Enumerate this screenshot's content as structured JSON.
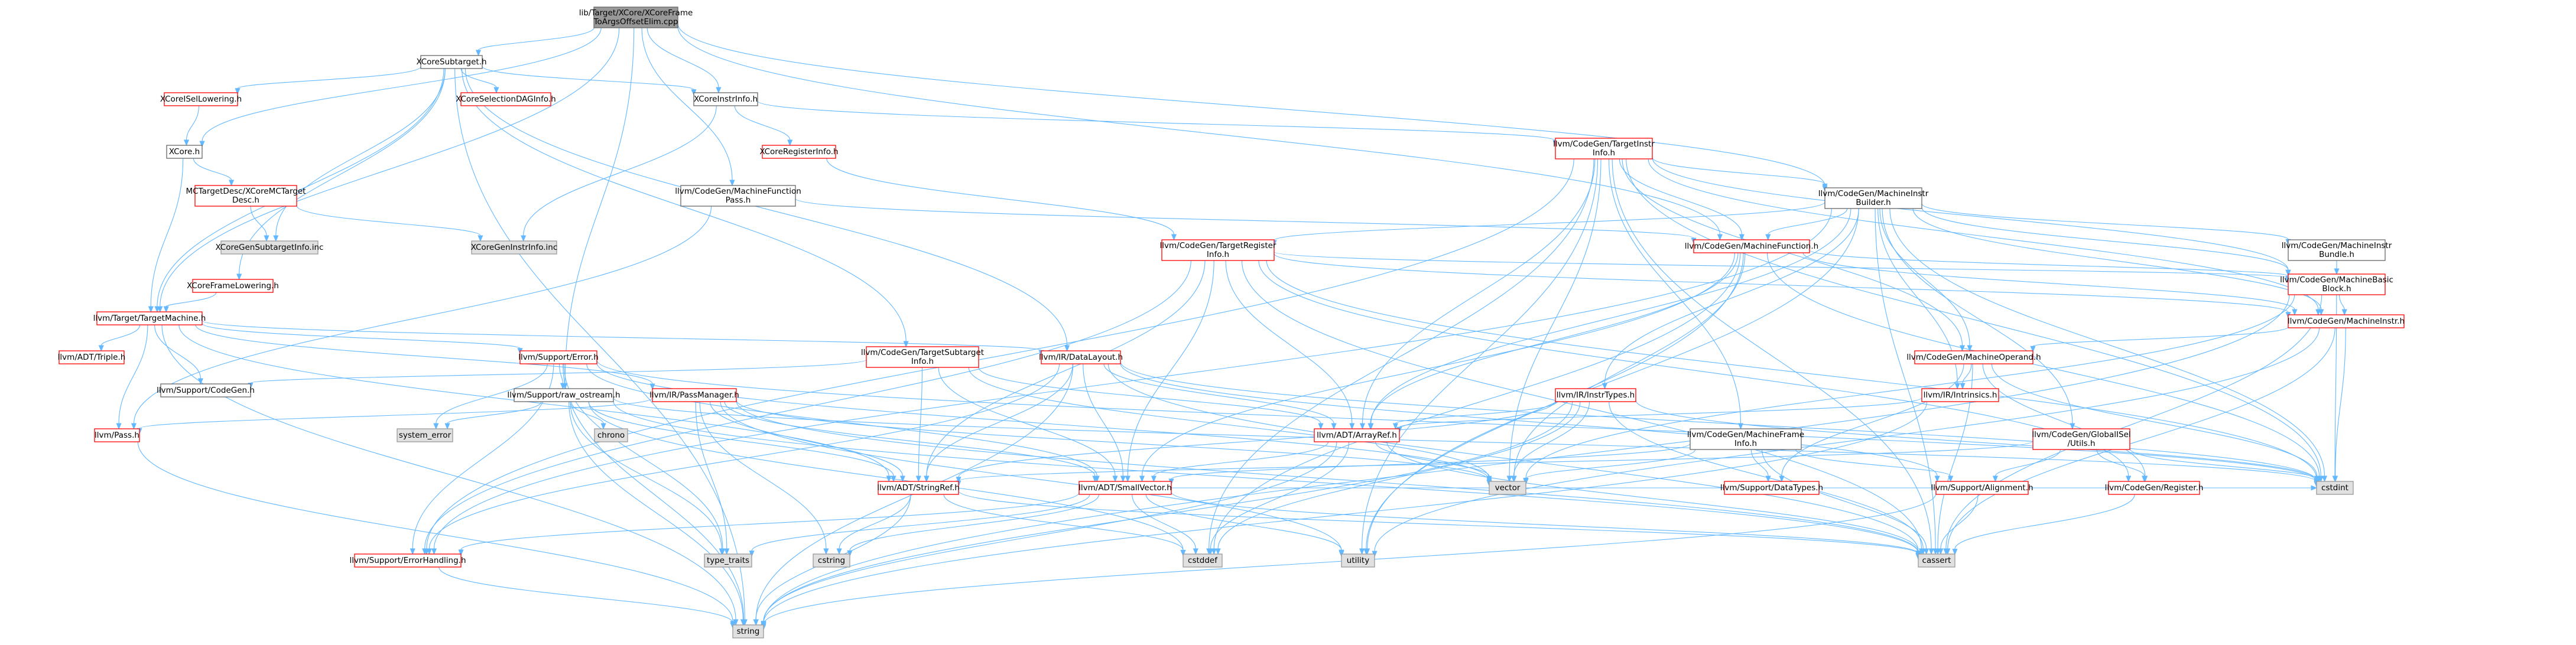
{
  "diagram": {
    "nodes": [
      {
        "id": "root",
        "lines": [
          "lib/Target/XCore/XCoreFrame",
          "ToArgsOffsetElim.cpp"
        ],
        "kind": "root"
      },
      {
        "id": "xcoresubtarget",
        "lines": [
          "XCoreSubtarget.h"
        ],
        "kind": "plain"
      },
      {
        "id": "xcoreisellowering",
        "lines": [
          "XCoreISelLowering.h"
        ],
        "kind": "red"
      },
      {
        "id": "xcoreh",
        "lines": [
          "XCore.h"
        ],
        "kind": "plain"
      },
      {
        "id": "mctargetdesc",
        "lines": [
          "MCTargetDesc/XCoreMCTarget",
          "Desc.h"
        ],
        "kind": "red"
      },
      {
        "id": "subtargetinfoinc",
        "lines": [
          "XCoreGenSubtargetInfo.inc"
        ],
        "kind": "gray"
      },
      {
        "id": "xcoreselectiondag",
        "lines": [
          "XCoreSelectionDAGInfo.h"
        ],
        "kind": "red"
      },
      {
        "id": "xcoreinstrinfo",
        "lines": [
          "XCoreInstrInfo.h"
        ],
        "kind": "plain"
      },
      {
        "id": "xcoreregisterinfo",
        "lines": [
          "XCoreRegisterInfo.h"
        ],
        "kind": "red"
      },
      {
        "id": "machinefunctionpass",
        "lines": [
          "llvm/CodeGen/MachineFunction",
          "Pass.h"
        ],
        "kind": "plain"
      },
      {
        "id": "instrinfoinc",
        "lines": [
          "XCoreGenInstrInfo.inc"
        ],
        "kind": "gray"
      },
      {
        "id": "xcoreframelowering",
        "lines": [
          "XCoreFrameLowering.h"
        ],
        "kind": "red"
      },
      {
        "id": "targetmachine",
        "lines": [
          "llvm/Target/TargetMachine.h"
        ],
        "kind": "red"
      },
      {
        "id": "adttriple",
        "lines": [
          "llvm/ADT/Triple.h"
        ],
        "kind": "red"
      },
      {
        "id": "supportcodegen",
        "lines": [
          "llvm/Support/CodeGen.h"
        ],
        "kind": "plain"
      },
      {
        "id": "pass",
        "lines": [
          "llvm/Pass.h"
        ],
        "kind": "red"
      },
      {
        "id": "supporterror",
        "lines": [
          "llvm/Support/Error.h"
        ],
        "kind": "red"
      },
      {
        "id": "rawostream",
        "lines": [
          "llvm/Support/raw_ostream.h"
        ],
        "kind": "plain"
      },
      {
        "id": "systemerror",
        "lines": [
          "system_error"
        ],
        "kind": "gray"
      },
      {
        "id": "chrono",
        "lines": [
          "chrono"
        ],
        "kind": "gray"
      },
      {
        "id": "passmanager",
        "lines": [
          "llvm/IR/PassManager.h"
        ],
        "kind": "red"
      },
      {
        "id": "targetsubtarget",
        "lines": [
          "llvm/CodeGen/TargetSubtarget",
          "Info.h"
        ],
        "kind": "red"
      },
      {
        "id": "datalayout",
        "lines": [
          "llvm/IR/DataLayout.h"
        ],
        "kind": "red"
      },
      {
        "id": "targetinstrinfo",
        "lines": [
          "llvm/CodeGen/TargetInstr",
          "Info.h"
        ],
        "kind": "red"
      },
      {
        "id": "targetregisterinfo",
        "lines": [
          "llvm/CodeGen/TargetRegister",
          "Info.h"
        ],
        "kind": "red"
      },
      {
        "id": "machineinstrbuilder",
        "lines": [
          "llvm/CodeGen/MachineInstr",
          "Builder.h"
        ],
        "kind": "plain"
      },
      {
        "id": "machinefunction",
        "lines": [
          "llvm/CodeGen/MachineFunction.h"
        ],
        "kind": "red"
      },
      {
        "id": "machineinstrbundle",
        "lines": [
          "llvm/CodeGen/MachineInstr",
          "Bundle.h"
        ],
        "kind": "plain"
      },
      {
        "id": "machinebasicblock",
        "lines": [
          "llvm/CodeGen/MachineBasic",
          "Block.h"
        ],
        "kind": "red"
      },
      {
        "id": "machineinstr",
        "lines": [
          "llvm/CodeGen/MachineInstr.h"
        ],
        "kind": "red"
      },
      {
        "id": "machineoperand",
        "lines": [
          "llvm/CodeGen/MachineOperand.h"
        ],
        "kind": "red"
      },
      {
        "id": "intrinsics",
        "lines": [
          "llvm/IR/Intrinsics.h"
        ],
        "kind": "red"
      },
      {
        "id": "instrtypes",
        "lines": [
          "llvm/IR/InstrTypes.h"
        ],
        "kind": "red"
      },
      {
        "id": "machineframeinfo",
        "lines": [
          "llvm/CodeGen/MachineFrame",
          "Info.h"
        ],
        "kind": "plain"
      },
      {
        "id": "globaliselutils",
        "lines": [
          "llvm/CodeGen/GlobalISel",
          "/Utils.h"
        ],
        "kind": "red"
      },
      {
        "id": "arrayref",
        "lines": [
          "llvm/ADT/ArrayRef.h"
        ],
        "kind": "red"
      },
      {
        "id": "stringref",
        "lines": [
          "llvm/ADT/StringRef.h"
        ],
        "kind": "red"
      },
      {
        "id": "smallvector",
        "lines": [
          "llvm/ADT/SmallVector.h"
        ],
        "kind": "red"
      },
      {
        "id": "errorhandling",
        "lines": [
          "llvm/Support/ErrorHandling.h"
        ],
        "kind": "red"
      },
      {
        "id": "datatypes",
        "lines": [
          "llvm/Support/DataTypes.h"
        ],
        "kind": "red"
      },
      {
        "id": "alignment",
        "lines": [
          "llvm/Support/Alignment.h"
        ],
        "kind": "red"
      },
      {
        "id": "codegenregister",
        "lines": [
          "llvm/CodeGen/Register.h"
        ],
        "kind": "red"
      },
      {
        "id": "vector",
        "lines": [
          "vector"
        ],
        "kind": "gray"
      },
      {
        "id": "cstdint",
        "lines": [
          "cstdint"
        ],
        "kind": "gray"
      },
      {
        "id": "typetraits",
        "lines": [
          "type_traits"
        ],
        "kind": "gray"
      },
      {
        "id": "cstring",
        "lines": [
          "cstring"
        ],
        "kind": "gray"
      },
      {
        "id": "cstddef",
        "lines": [
          "cstddef"
        ],
        "kind": "gray"
      },
      {
        "id": "utility",
        "lines": [
          "utility"
        ],
        "kind": "gray"
      },
      {
        "id": "cassert",
        "lines": [
          "cassert"
        ],
        "kind": "gray"
      },
      {
        "id": "string",
        "lines": [
          "string"
        ],
        "kind": "gray"
      }
    ],
    "edges": [
      [
        "root",
        "xcoresubtarget"
      ],
      [
        "root",
        "xcoreh"
      ],
      [
        "root",
        "xcoreinstrinfo"
      ],
      [
        "root",
        "machinefunctionpass"
      ],
      [
        "root",
        "targetmachine"
      ],
      [
        "root",
        "machineinstrbuilder"
      ],
      [
        "root",
        "machinefunction"
      ],
      [
        "root",
        "rawostream"
      ],
      [
        "xcoresubtarget",
        "xcoreisellowering"
      ],
      [
        "xcoresubtarget",
        "xcoreselectiondag"
      ],
      [
        "xcoresubtarget",
        "xcoreinstrinfo"
      ],
      [
        "xcoresubtarget",
        "xcoreframelowering"
      ],
      [
        "xcoresubtarget",
        "targetsubtarget"
      ],
      [
        "xcoresubtarget",
        "subtargetinfoinc"
      ],
      [
        "xcoresubtarget",
        "targetmachine"
      ],
      [
        "xcoresubtarget",
        "datalayout"
      ],
      [
        "xcoresubtarget",
        "string"
      ],
      [
        "xcoreisellowering",
        "xcoreh"
      ],
      [
        "xcoreh",
        "mctargetdesc"
      ],
      [
        "xcoreh",
        "targetmachine"
      ],
      [
        "mctargetdesc",
        "subtargetinfoinc"
      ],
      [
        "mctargetdesc",
        "instrinfoinc"
      ],
      [
        "xcoreinstrinfo",
        "xcoreregisterinfo"
      ],
      [
        "xcoreinstrinfo",
        "targetinstrinfo"
      ],
      [
        "xcoreinstrinfo",
        "instrinfoinc"
      ],
      [
        "xcoreregisterinfo",
        "targetregisterinfo"
      ],
      [
        "machinefunctionpass",
        "machinefunction"
      ],
      [
        "machinefunctionpass",
        "pass"
      ],
      [
        "xcoreframelowering",
        "targetmachine"
      ],
      [
        "targetmachine",
        "adttriple"
      ],
      [
        "targetmachine",
        "supportcodegen"
      ],
      [
        "targetmachine",
        "pass"
      ],
      [
        "targetmachine",
        "supporterror"
      ],
      [
        "targetmachine",
        "passmanager"
      ],
      [
        "targetmachine",
        "datalayout"
      ],
      [
        "targetmachine",
        "string"
      ],
      [
        "targetmachine",
        "stringref"
      ],
      [
        "pass",
        "string"
      ],
      [
        "supporterror",
        "rawostream"
      ],
      [
        "supporterror",
        "errorhandling"
      ],
      [
        "supporterror",
        "systemerror"
      ],
      [
        "supporterror",
        "smallvector"
      ],
      [
        "supporterror",
        "vector"
      ],
      [
        "supporterror",
        "cstdint"
      ],
      [
        "supporterror",
        "string"
      ],
      [
        "supporterror",
        "typetraits"
      ],
      [
        "rawostream",
        "chrono"
      ],
      [
        "rawostream",
        "systemerror"
      ],
      [
        "rawostream",
        "string"
      ],
      [
        "rawostream",
        "typetraits"
      ],
      [
        "rawostream",
        "stringref"
      ],
      [
        "rawostream",
        "cstddef"
      ],
      [
        "rawostream",
        "cassert"
      ],
      [
        "rawostream",
        "cstdint"
      ],
      [
        "passmanager",
        "pass"
      ],
      [
        "passmanager",
        "smallvector"
      ],
      [
        "passmanager",
        "stringref"
      ],
      [
        "passmanager",
        "typetraits"
      ],
      [
        "passmanager",
        "vector"
      ],
      [
        "passmanager",
        "cassert"
      ],
      [
        "passmanager",
        "cstring"
      ],
      [
        "passmanager",
        "utility"
      ],
      [
        "targetsubtarget",
        "arrayref"
      ],
      [
        "targetsubtarget",
        "stringref"
      ],
      [
        "targetsubtarget",
        "smallvector"
      ],
      [
        "targetsubtarget",
        "supportcodegen"
      ],
      [
        "targetsubtarget",
        "vector"
      ],
      [
        "datalayout",
        "arrayref"
      ],
      [
        "datalayout",
        "stringref"
      ],
      [
        "datalayout",
        "smallvector"
      ],
      [
        "datalayout",
        "alignment"
      ],
      [
        "datalayout",
        "errorhandling"
      ],
      [
        "datalayout",
        "cassert"
      ],
      [
        "datalayout",
        "cstdint"
      ],
      [
        "datalayout",
        "string"
      ],
      [
        "targetinstrinfo",
        "machinebasicblock"
      ],
      [
        "targetinstrinfo",
        "machinefunction"
      ],
      [
        "targetinstrinfo",
        "machineinstr"
      ],
      [
        "targetinstrinfo",
        "machineinstrbuilder"
      ],
      [
        "targetinstrinfo",
        "machineoperand"
      ],
      [
        "targetinstrinfo",
        "arrayref"
      ],
      [
        "targetinstrinfo",
        "machineframeinfo"
      ],
      [
        "targetinstrinfo",
        "errorhandling"
      ],
      [
        "targetinstrinfo",
        "cassert"
      ],
      [
        "targetinstrinfo",
        "cstdint"
      ],
      [
        "targetinstrinfo",
        "utility"
      ],
      [
        "targetinstrinfo",
        "vector"
      ],
      [
        "targetinstrinfo",
        "cstddef"
      ],
      [
        "targetregisterinfo",
        "arrayref"
      ],
      [
        "targetregisterinfo",
        "smallvector"
      ],
      [
        "targetregisterinfo",
        "stringref"
      ],
      [
        "targetregisterinfo",
        "machinebasicblock"
      ],
      [
        "targetregisterinfo",
        "codegenregister"
      ],
      [
        "targetregisterinfo",
        "errorhandling"
      ],
      [
        "targetregisterinfo",
        "cassert"
      ],
      [
        "targetregisterinfo",
        "cstdint"
      ],
      [
        "targetregisterinfo",
        "machineinstr"
      ],
      [
        "machineinstrbuilder",
        "machinefunction"
      ],
      [
        "machineinstrbuilder",
        "machinebasicblock"
      ],
      [
        "machineinstrbuilder",
        "machineinstr"
      ],
      [
        "machineinstrbuilder",
        "machineinstrbundle"
      ],
      [
        "machineinstrbuilder",
        "machineoperand"
      ],
      [
        "machineinstrbuilder",
        "targetregisterinfo"
      ],
      [
        "machineinstrbuilder",
        "intrinsics"
      ],
      [
        "machineinstrbuilder",
        "instrtypes"
      ],
      [
        "machineinstrbuilder",
        "globaliselutils"
      ],
      [
        "machineinstrbuilder",
        "arrayref"
      ],
      [
        "machineinstrbuilder",
        "errorhandling"
      ],
      [
        "machineinstrbuilder",
        "cassert"
      ],
      [
        "machineinstrbuilder",
        "cstdint"
      ],
      [
        "machineinstrbuilder",
        "utility"
      ],
      [
        "machinefunction",
        "machinebasicblock"
      ],
      [
        "machinefunction",
        "machineinstr"
      ],
      [
        "machinefunction",
        "arrayref"
      ],
      [
        "machinefunction",
        "smallvector"
      ],
      [
        "machinefunction",
        "vector"
      ],
      [
        "machinefunction",
        "cstddef"
      ],
      [
        "machinefunction",
        "cstdint"
      ],
      [
        "machinefunction",
        "utility"
      ],
      [
        "machineinstrbundle",
        "machinebasicblock"
      ],
      [
        "machinebasicblock",
        "machineinstr"
      ],
      [
        "machinebasicblock",
        "cassert"
      ],
      [
        "machinebasicblock",
        "cstdint"
      ],
      [
        "machinebasicblock",
        "string"
      ],
      [
        "machinebasicblock",
        "vector"
      ],
      [
        "machineinstr",
        "machineoperand"
      ],
      [
        "machineinstr",
        "cassert"
      ],
      [
        "machineinstr",
        "cstdint"
      ],
      [
        "machineinstr",
        "utility"
      ],
      [
        "machineoperand",
        "intrinsics"
      ],
      [
        "machineoperand",
        "codegenregister"
      ],
      [
        "machineoperand",
        "cassert"
      ],
      [
        "machineoperand",
        "cstdint"
      ],
      [
        "machineoperand",
        "datatypes"
      ],
      [
        "intrinsics",
        "arrayref"
      ],
      [
        "intrinsics",
        "string"
      ],
      [
        "instrtypes",
        "arrayref"
      ],
      [
        "instrtypes",
        "stringref"
      ],
      [
        "instrtypes",
        "cassert"
      ],
      [
        "instrtypes",
        "cstddef"
      ],
      [
        "instrtypes",
        "cstdint"
      ],
      [
        "instrtypes",
        "iterator"
      ],
      [
        "instrtypes",
        "string"
      ],
      [
        "instrtypes",
        "vector"
      ],
      [
        "machineframeinfo",
        "smallvector"
      ],
      [
        "machineframeinfo",
        "alignment"
      ],
      [
        "machineframeinfo",
        "datatypes"
      ],
      [
        "machineframeinfo",
        "cassert"
      ],
      [
        "machineframeinfo",
        "vector"
      ],
      [
        "globaliselutils",
        "alignment"
      ],
      [
        "globaliselutils",
        "codegenregister"
      ],
      [
        "globaliselutils",
        "stringref"
      ],
      [
        "globaliselutils",
        "cstdint"
      ],
      [
        "arrayref",
        "smallvector"
      ],
      [
        "arrayref",
        "cassert"
      ],
      [
        "arrayref",
        "cstddef"
      ],
      [
        "arrayref",
        "vector"
      ],
      [
        "arrayref",
        "string"
      ],
      [
        "stringref",
        "cassert"
      ],
      [
        "stringref",
        "cstddef"
      ],
      [
        "stringref",
        "cstring"
      ],
      [
        "stringref",
        "string"
      ],
      [
        "stringref",
        "type_traits_alias"
      ],
      [
        "smallvector",
        "errorhandling"
      ],
      [
        "smallvector",
        "cassert"
      ],
      [
        "smallvector",
        "cstddef"
      ],
      [
        "smallvector",
        "cstdint"
      ],
      [
        "smallvector",
        "cstring"
      ],
      [
        "smallvector",
        "typetraits"
      ],
      [
        "smallvector",
        "utility"
      ],
      [
        "errorhandling",
        "string"
      ],
      [
        "alignment",
        "cassert"
      ],
      [
        "alignment",
        "string"
      ],
      [
        "codegenregister",
        "cassert"
      ]
    ]
  }
}
